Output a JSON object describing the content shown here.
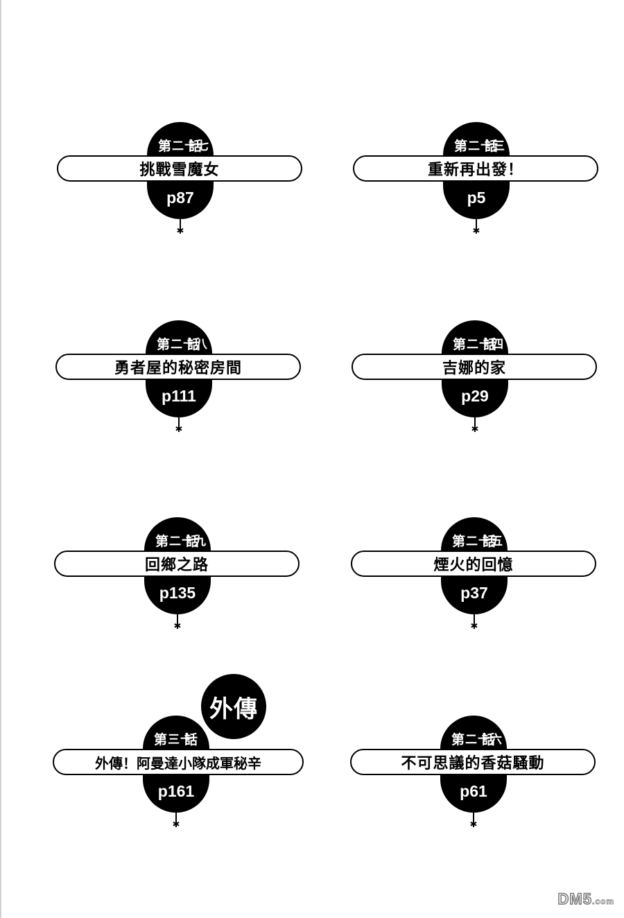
{
  "entries": [
    {
      "chapter_prefix": "第",
      "chapter_numeral": "二十七",
      "chapter_suffix": "話",
      "title": "挑戰雪魔女",
      "page": "p87"
    },
    {
      "chapter_prefix": "第",
      "chapter_numeral": "二十三",
      "chapter_suffix": "話",
      "title": "重新再出發！",
      "page": "p5"
    },
    {
      "chapter_prefix": "第",
      "chapter_numeral": "二十八",
      "chapter_suffix": "話",
      "title": "勇者屋的秘密房間",
      "page": "p111"
    },
    {
      "chapter_prefix": "第",
      "chapter_numeral": "二十四",
      "chapter_suffix": "話",
      "title": "吉娜的家",
      "page": "p29"
    },
    {
      "chapter_prefix": "第",
      "chapter_numeral": "二十九",
      "chapter_suffix": "話",
      "title": "回鄉之路",
      "page": "p135"
    },
    {
      "chapter_prefix": "第",
      "chapter_numeral": "二十五",
      "chapter_suffix": "話",
      "title": "煙火的回憶",
      "page": "p37"
    },
    {
      "chapter_prefix": "第",
      "chapter_numeral": "三十",
      "chapter_suffix": "話",
      "title": "外傳！阿曼達小隊成軍秘辛",
      "page": "p161"
    },
    {
      "chapter_prefix": "第",
      "chapter_numeral": "二十六",
      "chapter_suffix": "話",
      "title": "不可思議的香菇騷動",
      "page": "p61"
    }
  ],
  "gaiden_badge": "外傳",
  "watermark": {
    "main": "DM5",
    "suffix": ".com"
  },
  "colors": {
    "ink": "#000000",
    "paper": "#ffffff"
  }
}
